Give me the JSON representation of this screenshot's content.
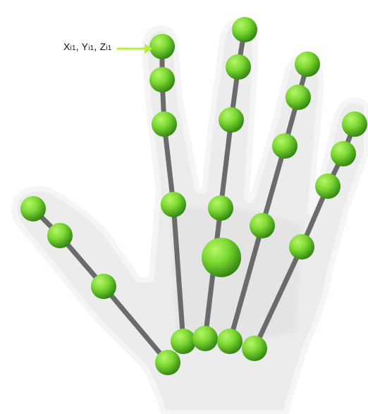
{
  "annotation": {
    "coordinate_label": {
      "x_var": "X",
      "y_var": "Y",
      "z_var": "Z",
      "subscript": "i1",
      "separator": ", "
    },
    "arrow_color": "#b6ef3a"
  },
  "colors": {
    "hand_fill": "#ededed",
    "hand_outline": "#f6f6f6",
    "bone_dark": "#5f5f5f",
    "joint_light": "#8ee63c",
    "joint_dark": "#2e8a12",
    "palm_joint": "#5fc51e"
  },
  "skeleton": {
    "fingers": [
      {
        "name": "thumb",
        "joint_count": 4
      },
      {
        "name": "index",
        "joint_count": 5
      },
      {
        "name": "middle",
        "joint_count": 5
      },
      {
        "name": "ring",
        "joint_count": 5
      },
      {
        "name": "little",
        "joint_count": 5
      }
    ],
    "palm_center_joint": true
  }
}
